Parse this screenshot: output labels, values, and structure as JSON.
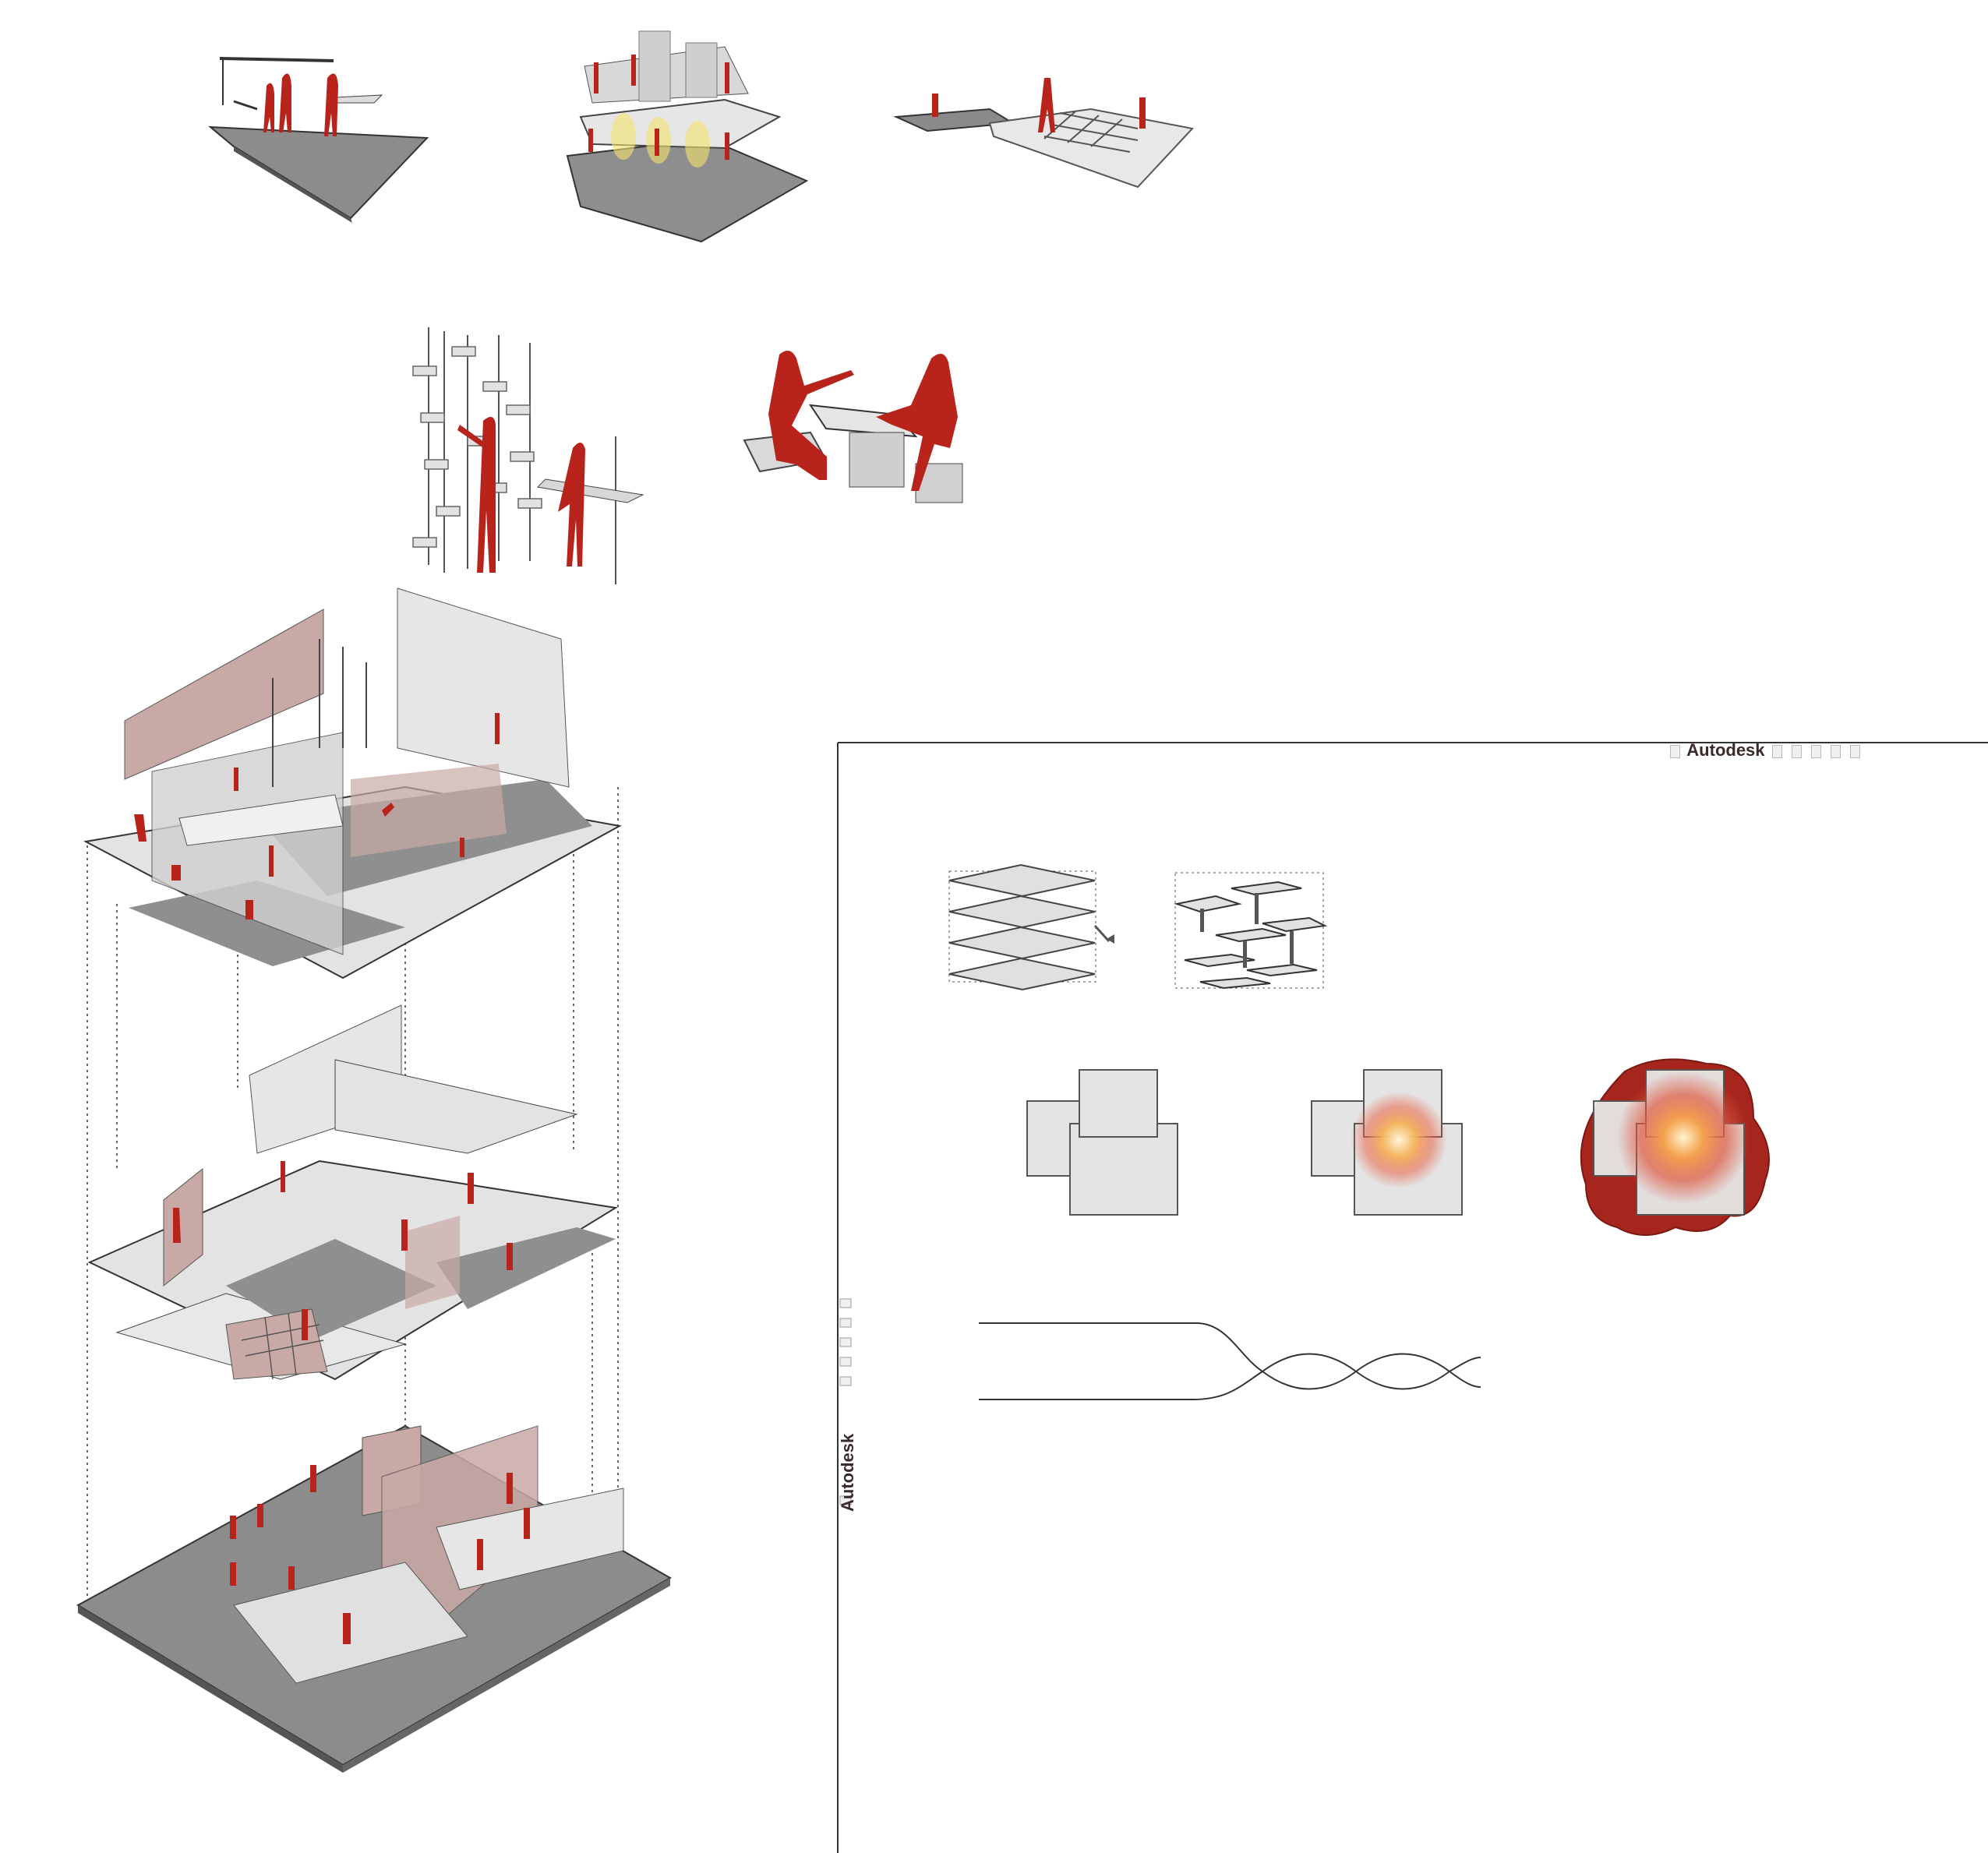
{
  "watermark": {
    "top_text": "Autodesk",
    "side_text": "Autodesk"
  },
  "colors": {
    "figure_red": "#b8231c",
    "floor_grey": "#8c8c8c",
    "slab_light": "#e4e4e4",
    "wall_pink": "#c9a9a6",
    "line_dark": "#3a3a3a",
    "glow": "#f3a64a"
  },
  "icons": {
    "box": "square-glyph"
  }
}
